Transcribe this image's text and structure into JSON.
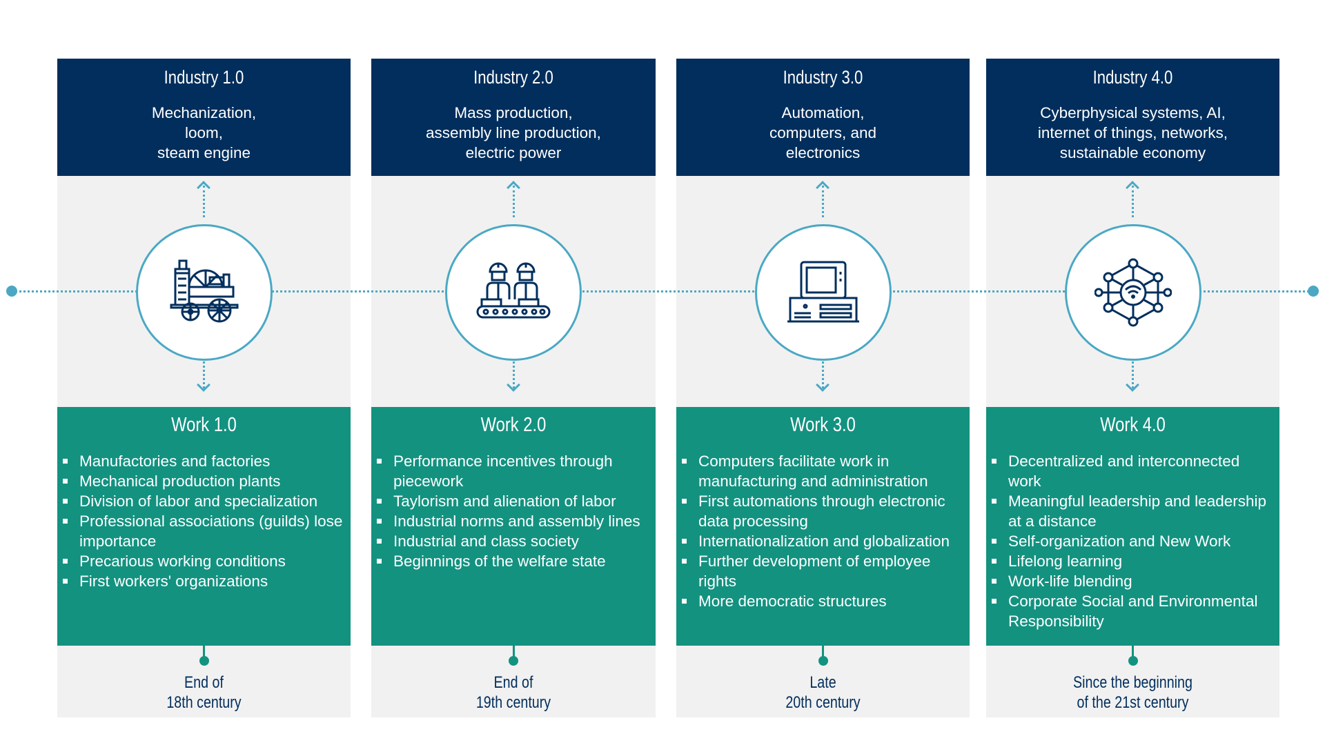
{
  "colors": {
    "navy": "#012e5c",
    "teal": "#139280",
    "accent": "#4aa8c4",
    "panel": "#f1f1f1"
  },
  "columns": [
    {
      "industry_title": "Industry 1.0",
      "industry_desc": "Mechanization,\nloom,\nsteam engine",
      "icon": "steam-engine-icon",
      "work_title": "Work 1.0",
      "items": [
        "Manufactories and factories",
        "Mechanical production plants",
        "Division of labor and specialization",
        "Professional associations (guilds) lose importance",
        "Precarious working conditions",
        "First workers' organizations"
      ],
      "era": "End of\n18th century"
    },
    {
      "industry_title": "Industry 2.0",
      "industry_desc": "Mass production,\nassembly line production,\nelectric power",
      "icon": "assembly-line-workers-icon",
      "work_title": "Work 2.0",
      "items": [
        "Performance incentives through piecework",
        "Taylorism and alienation of labor",
        "Industrial norms and assembly lines",
        "Industrial and class society",
        "Beginnings of the welfare state"
      ],
      "era": "End of\n19th century"
    },
    {
      "industry_title": "Industry 3.0",
      "industry_desc": "Automation,\ncomputers, and\nelectronics",
      "icon": "computer-icon",
      "work_title": "Work 3.0",
      "items": [
        "Computers facilitate work in manufacturing and administration",
        "First automations through electronic data processing",
        "Internationalization and globalization",
        "Further development of employee rights",
        "More democratic structures"
      ],
      "era": "Late\n20th century"
    },
    {
      "industry_title": "Industry 4.0",
      "industry_desc": "Cyberphysical systems, AI,\ninternet of things, networks,\nsustainable economy",
      "icon": "network-icon",
      "work_title": "Work 4.0",
      "items": [
        "Decentralized and interconnected work",
        "Meaningful leadership and leadership at a distance",
        "Self-organization and New Work",
        "Lifelong learning",
        "Work-life blending",
        "Corporate Social and Environmental Responsibility"
      ],
      "era": "Since the beginning\nof the 21st century"
    }
  ]
}
